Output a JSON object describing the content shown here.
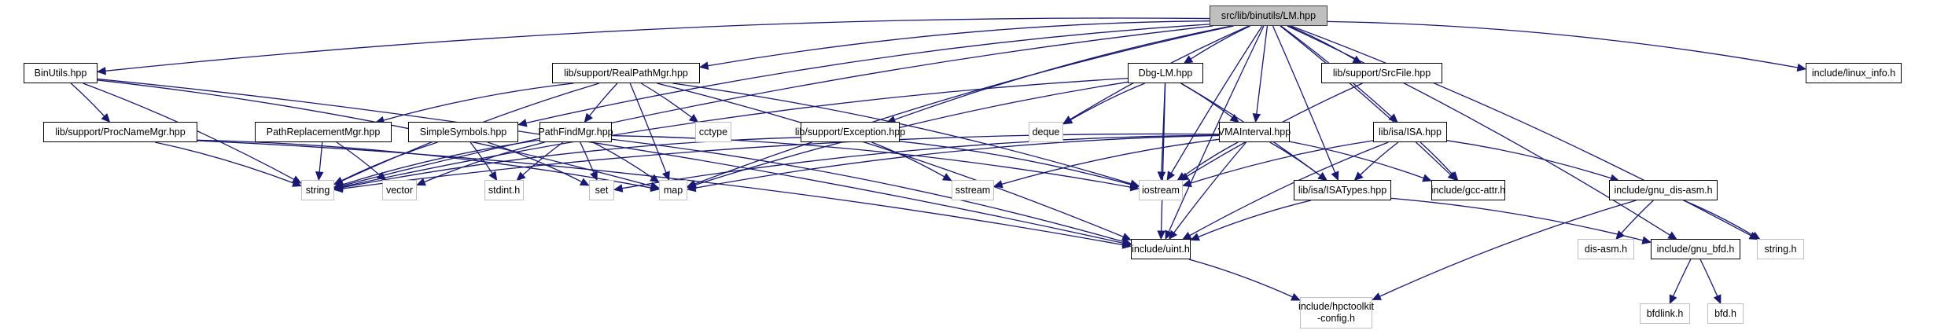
{
  "diagram": {
    "type": "include-dependency-graph",
    "edge_color": "#191970",
    "root_fill": "#bfbfbf",
    "nodes": [
      {
        "id": "root",
        "label": "src/lib/binutils/LM.hpp",
        "kind": "root"
      },
      {
        "id": "binutils",
        "label": "BinUtils.hpp",
        "kind": "documented"
      },
      {
        "id": "realpath",
        "label": "lib/support/RealPathMgr.hpp",
        "kind": "documented"
      },
      {
        "id": "dbglm",
        "label": "Dbg-LM.hpp",
        "kind": "documented"
      },
      {
        "id": "srcfile",
        "label": "lib/support/SrcFile.hpp",
        "kind": "documented"
      },
      {
        "id": "linuxinfo",
        "label": "include/linux_info.h",
        "kind": "documented"
      },
      {
        "id": "procname",
        "label": "lib/support/ProcNameMgr.hpp",
        "kind": "documented"
      },
      {
        "id": "pathrepl",
        "label": "PathReplacementMgr.hpp",
        "kind": "documented"
      },
      {
        "id": "simplesym",
        "label": "SimpleSymbols.hpp",
        "kind": "documented"
      },
      {
        "id": "pathfind",
        "label": "PathFindMgr.hpp",
        "kind": "documented"
      },
      {
        "id": "cctype",
        "label": "cctype",
        "kind": "external"
      },
      {
        "id": "exception",
        "label": "lib/support/Exception.hpp",
        "kind": "documented"
      },
      {
        "id": "deque",
        "label": "deque",
        "kind": "external"
      },
      {
        "id": "vma",
        "label": "VMAInterval.hpp",
        "kind": "documented"
      },
      {
        "id": "isa",
        "label": "lib/isa/ISA.hpp",
        "kind": "documented"
      },
      {
        "id": "string",
        "label": "string",
        "kind": "external"
      },
      {
        "id": "vector",
        "label": "vector",
        "kind": "external"
      },
      {
        "id": "stdint",
        "label": "stdint.h",
        "kind": "external"
      },
      {
        "id": "set",
        "label": "set",
        "kind": "external"
      },
      {
        "id": "map",
        "label": "map",
        "kind": "external"
      },
      {
        "id": "sstream",
        "label": "sstream",
        "kind": "external"
      },
      {
        "id": "iostream",
        "label": "iostream",
        "kind": "external"
      },
      {
        "id": "isatypes",
        "label": "lib/isa/ISATypes.hpp",
        "kind": "documented"
      },
      {
        "id": "gccattr",
        "label": "include/gcc-attr.h",
        "kind": "documented"
      },
      {
        "id": "gnudisasm",
        "label": "include/gnu_dis-asm.h",
        "kind": "documented"
      },
      {
        "id": "uint",
        "label": "include/uint.h",
        "kind": "documented"
      },
      {
        "id": "disasm",
        "label": "dis-asm.h",
        "kind": "external"
      },
      {
        "id": "gnubfd",
        "label": "include/gnu_bfd.h",
        "kind": "documented"
      },
      {
        "id": "stringh",
        "label": "string.h",
        "kind": "external"
      },
      {
        "id": "hpcconfig",
        "label": "include/hpctoolkit\n-config.h",
        "kind": "external"
      },
      {
        "id": "bfdlink",
        "label": "bfdlink.h",
        "kind": "external"
      },
      {
        "id": "bfd",
        "label": "bfd.h",
        "kind": "external"
      }
    ],
    "edges": [
      [
        "root",
        "binutils"
      ],
      [
        "root",
        "realpath"
      ],
      [
        "root",
        "dbglm"
      ],
      [
        "root",
        "srcfile"
      ],
      [
        "root",
        "linuxinfo"
      ],
      [
        "root",
        "simplesym"
      ],
      [
        "root",
        "exception"
      ],
      [
        "root",
        "deque"
      ],
      [
        "root",
        "vma"
      ],
      [
        "root",
        "isa"
      ],
      [
        "root",
        "string"
      ],
      [
        "root",
        "map"
      ],
      [
        "root",
        "iostream"
      ],
      [
        "root",
        "isatypes"
      ],
      [
        "root",
        "gccattr"
      ],
      [
        "root",
        "uint"
      ],
      [
        "root",
        "gnubfd"
      ],
      [
        "root",
        "stringh"
      ],
      [
        "binutils",
        "procname"
      ],
      [
        "binutils",
        "string"
      ],
      [
        "binutils",
        "uint"
      ],
      [
        "binutils",
        "map"
      ],
      [
        "realpath",
        "pathrepl"
      ],
      [
        "realpath",
        "pathfind"
      ],
      [
        "realpath",
        "cctype"
      ],
      [
        "realpath",
        "string"
      ],
      [
        "realpath",
        "map"
      ],
      [
        "realpath",
        "iostream"
      ],
      [
        "realpath",
        "uint"
      ],
      [
        "procname",
        "string"
      ],
      [
        "procname",
        "map"
      ],
      [
        "procname",
        "uint"
      ],
      [
        "pathrepl",
        "string"
      ],
      [
        "pathrepl",
        "vector"
      ],
      [
        "simplesym",
        "string"
      ],
      [
        "simplesym",
        "stdint"
      ],
      [
        "simplesym",
        "set"
      ],
      [
        "pathfind",
        "string"
      ],
      [
        "pathfind",
        "vector"
      ],
      [
        "pathfind",
        "stdint"
      ],
      [
        "pathfind",
        "set"
      ],
      [
        "pathfind",
        "map"
      ],
      [
        "pathfind",
        "iostream"
      ],
      [
        "pathfind",
        "uint"
      ],
      [
        "exception",
        "string"
      ],
      [
        "exception",
        "sstream"
      ],
      [
        "exception",
        "iostream"
      ],
      [
        "dbglm",
        "deque"
      ],
      [
        "dbglm",
        "vma"
      ],
      [
        "dbglm",
        "string"
      ],
      [
        "dbglm",
        "map"
      ],
      [
        "dbglm",
        "iostream"
      ],
      [
        "dbglm",
        "isatypes"
      ],
      [
        "dbglm",
        "uint"
      ],
      [
        "srcfile",
        "iostream"
      ],
      [
        "vma",
        "string"
      ],
      [
        "vma",
        "set"
      ],
      [
        "vma",
        "map"
      ],
      [
        "vma",
        "sstream"
      ],
      [
        "vma",
        "iostream"
      ],
      [
        "vma",
        "isatypes"
      ],
      [
        "vma",
        "gccattr"
      ],
      [
        "vma",
        "uint"
      ],
      [
        "isa",
        "iostream"
      ],
      [
        "isa",
        "isatypes"
      ],
      [
        "isa",
        "gccattr"
      ],
      [
        "isa",
        "gnudisasm"
      ],
      [
        "isa",
        "uint"
      ],
      [
        "isatypes",
        "uint"
      ],
      [
        "isatypes",
        "gnubfd"
      ],
      [
        "gnudisasm",
        "disasm"
      ],
      [
        "gnudisasm",
        "stringh"
      ],
      [
        "gnudisasm",
        "hpcconfig"
      ],
      [
        "gnubfd",
        "bfdlink"
      ],
      [
        "gnubfd",
        "bfd"
      ],
      [
        "uint",
        "hpcconfig"
      ]
    ]
  }
}
